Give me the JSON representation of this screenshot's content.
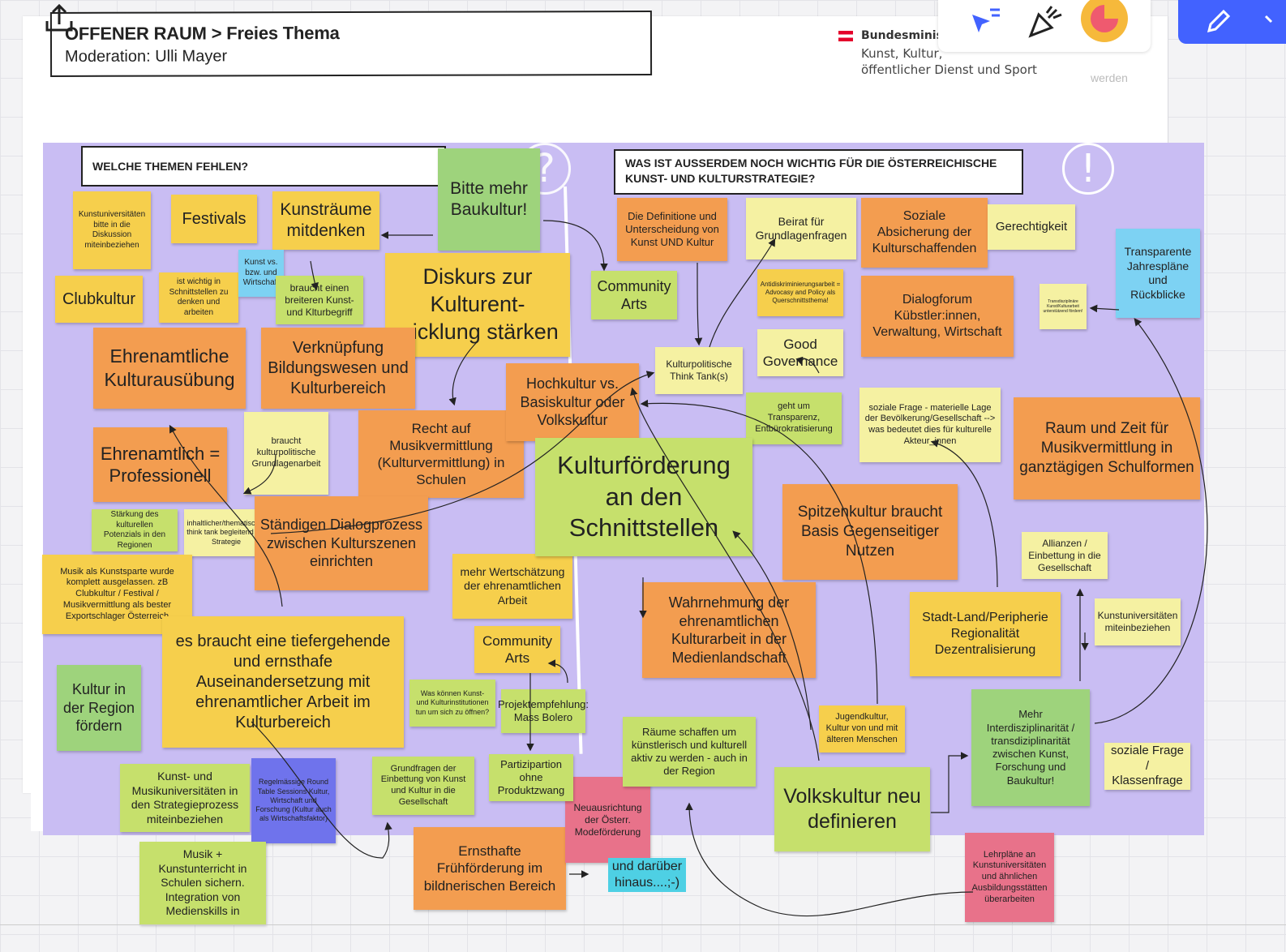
{
  "header": {
    "title": "OFFENER RAUM > Freies Thema",
    "moderation": "Moderation: Ulli Mayer"
  },
  "logo": {
    "line1": "Bundesminis",
    "line2": "Kunst, Kultur,",
    "line3": "öffentlicher Dienst und Sport",
    "extra": "werden"
  },
  "headings": {
    "left": "WELCHE THEMEN FEHLEN?",
    "right": "WAS IST AUSSERDEM NOCH WICHTIG FÜR DIE ÖSTERREICHISCHE KUNST- UND KULTURSTRATEGIE?",
    "q_icon": "?",
    "ex_icon": "!"
  },
  "colors": {
    "canvas_purple": "#c9bdf3",
    "accent_blue": "#4262ff",
    "yellow": "#f6cf4c",
    "orange": "#f39d50",
    "light_yellow": "#f5f1a2",
    "lime": "#c6e06c",
    "green": "#9ed37c",
    "blue": "#7dd2f3",
    "pink": "#e8728a",
    "violet": "#6f73ec"
  },
  "toolbar": {
    "icons": [
      "cursor-sparkle-icon",
      "celebrate-icon",
      "timer-icon",
      "pencil-icon",
      "share-icon"
    ]
  },
  "notes": {
    "n01": "Kunstuniversitäten bitte in die Diskussion miteinbeziehen",
    "n02": "Festivals",
    "n03": "Kunsträume mitdenken",
    "n04": "Bitte mehr Baukultur!",
    "n05": "Clubkultur",
    "n06": "ist wichtig in Schnittstellen zu denken und arbeiten",
    "n07": "Kunst vs. bzw. und Wirtschaft",
    "n08": "braucht einen breiteren Kunst- und Klturbegriff",
    "n09": "Diskurs zur Kulturent-wicklung stärken",
    "n10": "Ehrenamtliche Kulturausübung",
    "n11": "Verknüpfung Bildungswesen und Kulturbereich",
    "n12": "Ehrenamtlich = Professionell",
    "n13": "braucht kulturpolitische Grundlagenarbeit",
    "n14": "Recht auf Musikvermittlung (Kulturvermittlung) in Schulen",
    "n15": "Stärkung des kulturellen Potenzials in den Regionen",
    "n16": "inhaltlicher/thematischer think tank begleitend zur Strategie",
    "n17": "Ständigen Dialogprozess zwischen Kulturszenen einrichten",
    "n18": "Musik als Kunstsparte wurde komplett ausgelassen. zB Clubkultur / Festival / Musikvermittlung als bester Exportschlager Österreich",
    "n19": "es braucht eine tiefergehende und ernsthafe Auseinandersetzung mit ehrenamtlicher Arbeit im Kulturbereich",
    "n20": "Kultur in der Region fördern",
    "n21": "Kunst- und Musikuniversitäten in den Strategieprozess miteinbeziehen",
    "n22": "Regelmässige Round Table Sessions Kultur, Wirtschaft und Forschung (Kultur auch als Wirtschaftsfaktor)",
    "n23": "Grundfragen der Einbettung von Kunst und Kultur in die Gesellschaft",
    "n24": "Musik + Kunstunterricht in Schulen sichern. Integration von Medienskills in",
    "n25": "Ernsthafte Frühförderung im bildnerischen Bereich",
    "n26": "Neuausrichtung der Österr. Modeförderung",
    "n27": "und darüber hinaus....;-)",
    "n28": "Partizipartion ohne Produktzwang",
    "n29": "Projektempfehlung: Mass Bolero",
    "n30": "Was können Kunst- und Kulturinstitutionen tun um sich zu öffnen?",
    "n31": "Community Arts",
    "n32": "mehr Wertschätzung der ehrenamtlichen Arbeit",
    "n33": "Community Arts",
    "n34": "Die Definitione und Unterscheidung von Kunst UND Kultur",
    "n35": "Beirat für Grundlagenfragen",
    "n36": "Soziale Absicherung der Kulturschaffenden",
    "n37": "Gerechtigkeit",
    "n38": "Transparente Jahrespläne und Rückblicke",
    "n39": "Antidiskriminierungsarbeit = Advocasy and Policy als Querschnittsthema!",
    "n40": "Dialogforum Kübstler:innen, Verwaltung, Wirtschaft",
    "n41": "Transdisziplinäre Kunst/Kulturarbeit unterstützend fördern!",
    "n42": "Kulturpolitische Think Tank(s)",
    "n43": "Good Governance",
    "n44": "Hochkultur vs. Basiskultur oder Volkskultur",
    "n45": "geht um Transparenz, Entbürokratisierung",
    "n46": "soziale Frage - materielle Lage der Bevölkerung/Gesellschaft --> was bedeutet dies für kulturelle Akteur_innen",
    "n47": "Raum und Zeit für Musikvermittlung in ganztägigen Schulformen",
    "n48": "Kulturförderung an den Schnittstellen",
    "n49": "Spitzenkultur braucht Basis Gegenseitiger Nutzen",
    "n50": "Allianzen / Einbettung in die Gesellschaft",
    "n51": "Wahrnehmung der ehrenamtlichen Kulturarbeit in der Medienlandschaft",
    "n52": "Stadt-Land/Peripherie Regionalität Dezentralisierung",
    "n53": "Kunstuniversitäten miteinbeziehen",
    "n54": "Jugendkultur, Kultur von und mit älteren Menschen",
    "n55": "Mehr Interdisziplinarität / transdiziplinarität zwischen Kunst, Forschung und Baukultur!",
    "n56": "Räume schaffen um künstlerisch und kulturell aktiv zu werden - auch in der Region",
    "n57": "Volkskultur neu definieren",
    "n58": "soziale Frage / Klassenfrage",
    "n59": "Lehrpläne an Kunstuniversitäten und ähnlichen Ausbildungsstätten überarbeiten"
  }
}
